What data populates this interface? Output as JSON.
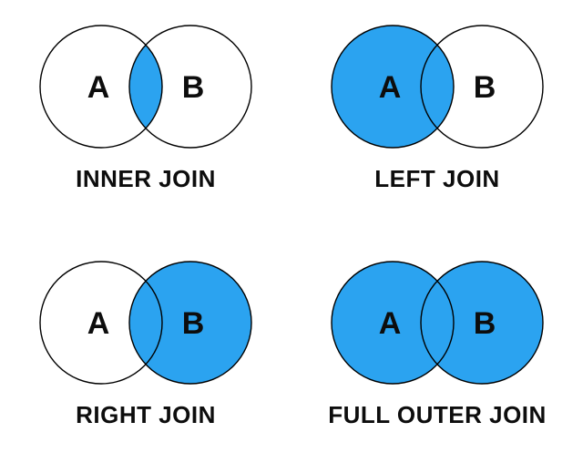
{
  "colors": {
    "highlight": "#2BA3F0",
    "circle_fill": "#FFFFFF",
    "outline": "#000000",
    "text": "#0D0D0D",
    "background": "#FFFFFF"
  },
  "diagrams": [
    {
      "id": "inner-join",
      "caption": "INNER JOIN",
      "left_label": "A",
      "right_label": "B",
      "shaded": {
        "left": false,
        "right": false,
        "intersection": true
      }
    },
    {
      "id": "left-join",
      "caption": "LEFT JOIN",
      "left_label": "A",
      "right_label": "B",
      "shaded": {
        "left": true,
        "right": false,
        "intersection": true
      }
    },
    {
      "id": "right-join",
      "caption": "RIGHT JOIN",
      "left_label": "A",
      "right_label": "B",
      "shaded": {
        "left": false,
        "right": true,
        "intersection": true
      }
    },
    {
      "id": "full-outer-join",
      "caption": "FULL OUTER JOIN",
      "left_label": "A",
      "right_label": "B",
      "shaded": {
        "left": true,
        "right": true,
        "intersection": true
      }
    }
  ]
}
